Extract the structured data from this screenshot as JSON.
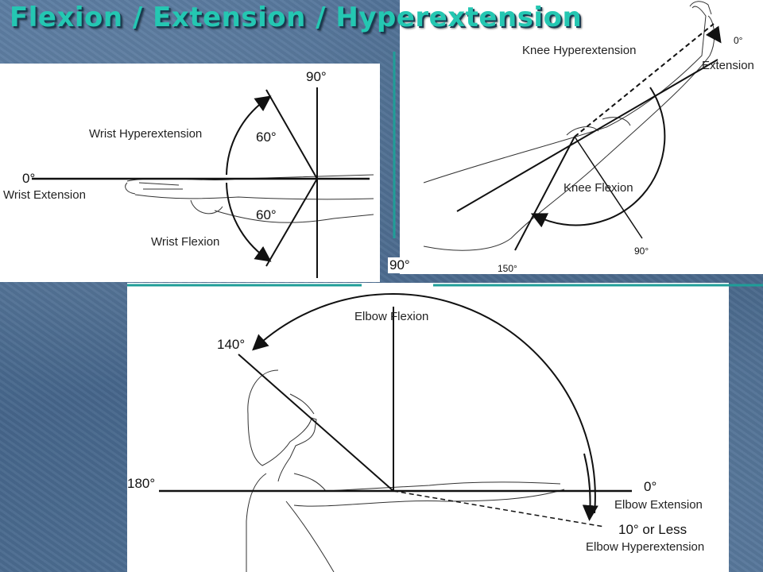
{
  "title": "Flexion / Extension / Hyperextension",
  "wrist": {
    "hyperextension_label": "Wrist Hyperextension",
    "extension_label": "Wrist Extension",
    "flexion_label": "Wrist Flexion",
    "angle_90": "90°",
    "angle_0": "0°",
    "angle_up": "60°",
    "angle_down": "60°"
  },
  "knee": {
    "hyperextension_label": "Knee Hyperextension",
    "extension_label": "Extension",
    "flexion_label": "Knee Flexion",
    "angle_0": "0°",
    "angle_90": "90°",
    "angle_150": "150°"
  },
  "elbow": {
    "flexion_label": "Elbow Flexion",
    "extension_label": "Elbow Extension",
    "hyperextension_label": "Elbow Hyperextension",
    "angle_90": "90°",
    "angle_140": "140°",
    "angle_180": "180°",
    "angle_0": "0°",
    "angle_10": "10° or Less"
  },
  "colors": {
    "title": "#24c7b2",
    "divider": "#1f9e98",
    "background": "#4f6f93"
  }
}
